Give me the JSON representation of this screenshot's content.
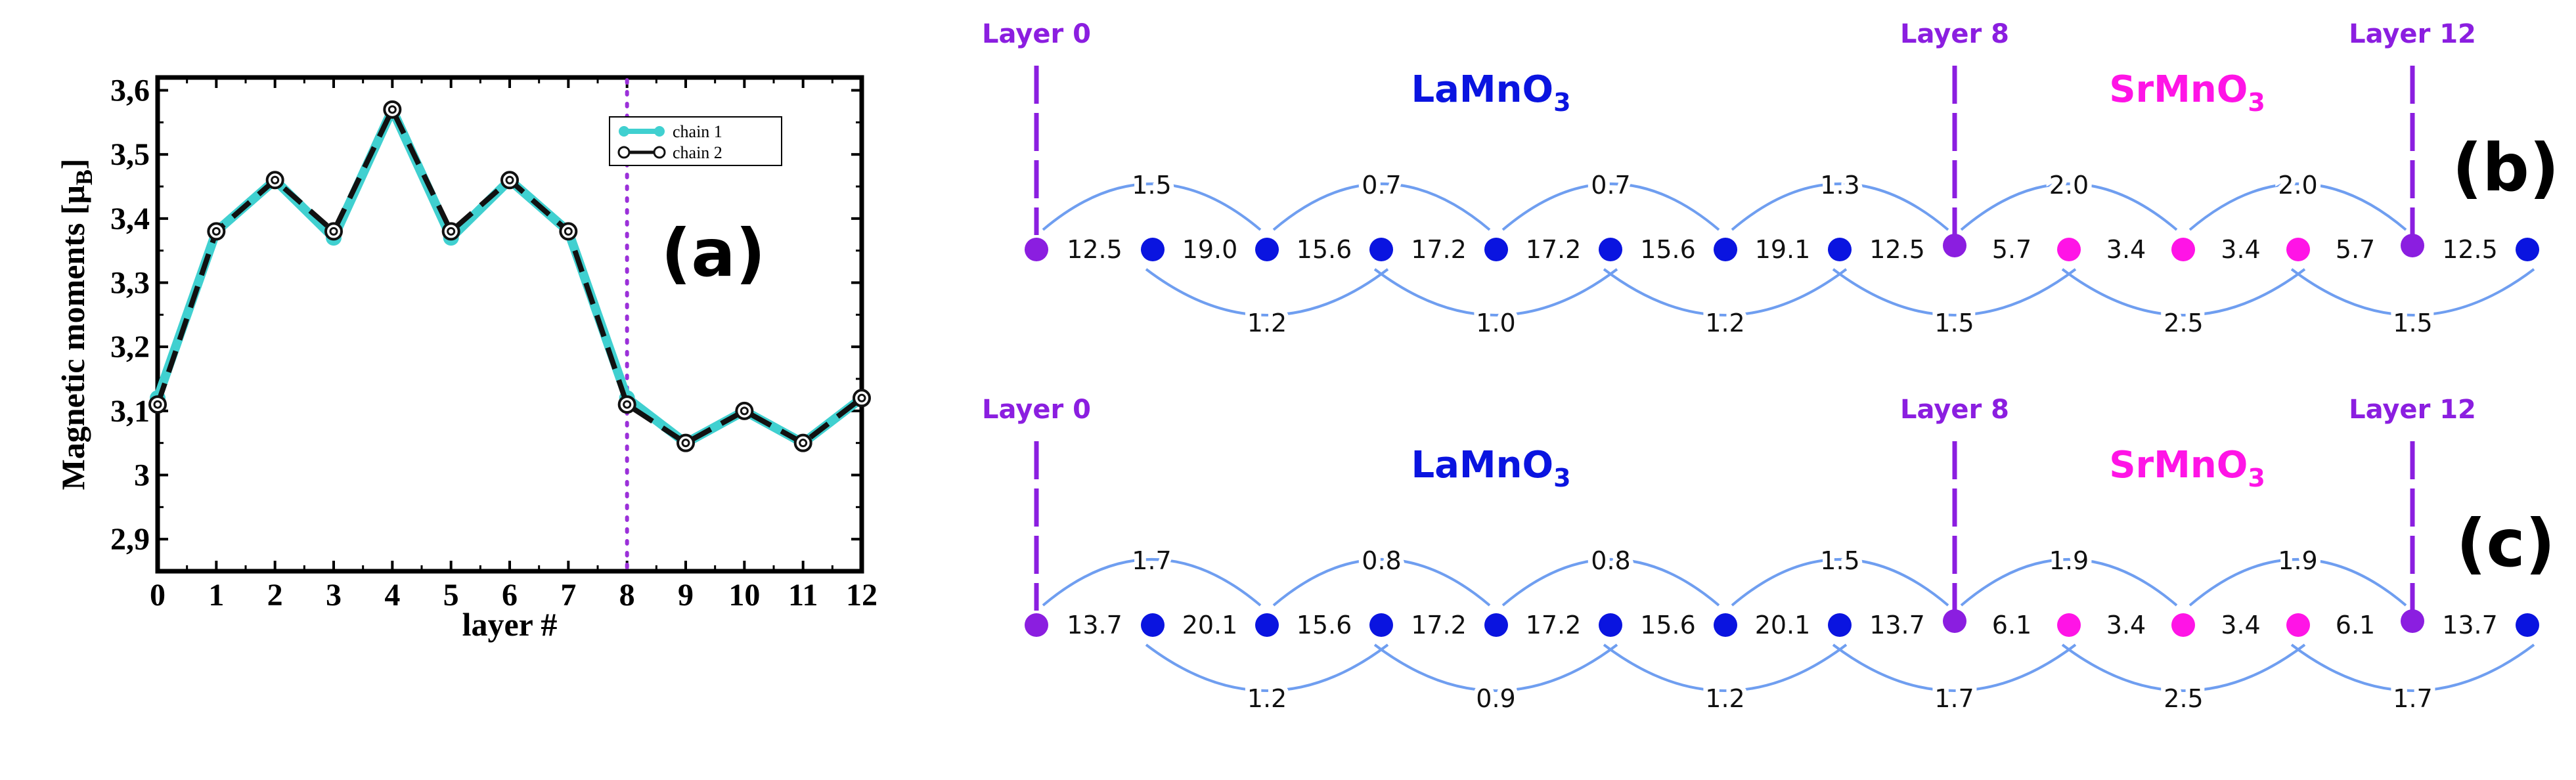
{
  "panel_a": {
    "label": "(a)",
    "xlabel": "layer #",
    "ylabel": "Magnetic moments [μB]",
    "ylabel_main": "Magnetic moments [μ",
    "ylabel_sub": "B",
    "ylabel_close": "]",
    "xticks": [
      "0",
      "1",
      "2",
      "3",
      "4",
      "5",
      "6",
      "7",
      "8",
      "9",
      "10",
      "11",
      "12"
    ],
    "yticks": [
      "2,9",
      "3",
      "3,1",
      "3,2",
      "3,3",
      "3,4",
      "3,5",
      "3,6"
    ],
    "legend": [
      "chain 1",
      "chain 2"
    ]
  },
  "chart_data": [
    {
      "type": "line",
      "xlabel": "layer #",
      "ylabel": "Magnetic moments [μB]",
      "xlim": [
        0,
        12
      ],
      "ylim": [
        2.85,
        3.62
      ],
      "x": [
        0,
        1,
        2,
        3,
        4,
        5,
        6,
        7,
        8,
        9,
        10,
        11,
        12
      ],
      "series": [
        {
          "name": "chain 1",
          "values": [
            3.12,
            3.38,
            3.46,
            3.37,
            3.57,
            3.37,
            3.46,
            3.38,
            3.12,
            3.05,
            3.1,
            3.05,
            3.12
          ],
          "color": "#40d0d0"
        },
        {
          "name": "chain 2",
          "values": [
            3.11,
            3.38,
            3.46,
            3.38,
            3.57,
            3.38,
            3.46,
            3.38,
            3.11,
            3.05,
            3.1,
            3.05,
            3.12
          ],
          "color": "#111111"
        }
      ],
      "annotations": [
        {
          "type": "vertical-dotted-line",
          "x": 8,
          "color": "#9b30d9"
        }
      ],
      "legend_position": "top-right",
      "grid": false
    }
  ],
  "chains": [
    {
      "label": "(b)",
      "layer_labels": [
        "Layer 0",
        "Layer  8",
        "Layer 12"
      ],
      "material_left": {
        "base": "LaMnO",
        "sub": "3"
      },
      "material_right": {
        "base": "SrMnO",
        "sub": "3"
      },
      "site_values": [
        "12.5",
        "19.0",
        "15.6",
        "17.2",
        "17.2",
        "15.6",
        "19.1",
        "12.5",
        "5.7",
        "3.4",
        "3.4",
        "5.7",
        "12.5"
      ],
      "top_arcs": [
        "1.5",
        "0.7",
        "0.7",
        "1.3",
        "2.0",
        "2.0"
      ],
      "bottom_arcs": [
        "1.2",
        "1.0",
        "1.2",
        "1.5",
        "2.5",
        "1.5"
      ]
    },
    {
      "label": "(c)",
      "layer_labels": [
        "Layer 0",
        "Layer  8",
        "Layer 12"
      ],
      "material_left": {
        "base": "LaMnO",
        "sub": "3"
      },
      "material_right": {
        "base": "SrMnO",
        "sub": "3"
      },
      "site_values": [
        "13.7",
        "20.1",
        "15.6",
        "17.2",
        "17.2",
        "15.6",
        "20.1",
        "13.7",
        "6.1",
        "3.4",
        "3.4",
        "6.1",
        "13.7"
      ],
      "top_arcs": [
        "1.7",
        "0.8",
        "0.8",
        "1.5",
        "1.9",
        "1.9"
      ],
      "bottom_arcs": [
        "1.2",
        "0.9",
        "1.2",
        "1.7",
        "2.5",
        "1.7"
      ]
    }
  ],
  "colors": {
    "la_site": "#0a14e0",
    "sr_site": "#ff14e6",
    "interface_site": "#8b1ee0",
    "arc": "#6f9ef0",
    "layer_marker": "#8b1ee0",
    "la_text": "#0a14e0",
    "sr_text": "#ff14e6",
    "chain1": "#40d0d0",
    "chain2": "#111111"
  }
}
